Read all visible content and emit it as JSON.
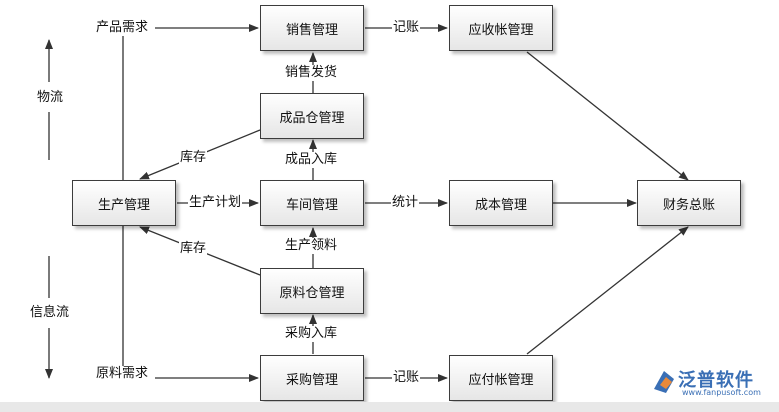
{
  "boxes": {
    "sales": "销售管理",
    "receivable": "应收帐管理",
    "finished_goods": "成品仓管理",
    "production": "生产管理",
    "workshop": "车间管理",
    "cost": "成本管理",
    "general_ledger": "财务总账",
    "raw_material": "原料仓管理",
    "purchasing": "采购管理",
    "payable": "应付帐管理"
  },
  "labels": {
    "product_demand": "产品需求",
    "bookkeeping_top": "记账",
    "sales_shipment": "销售发货",
    "inventory_top": "库存",
    "finished_inbound": "成品入库",
    "production_plan": "生产计划",
    "statistics": "统计",
    "inventory_bottom": "库存",
    "production_picking": "生产领料",
    "purchase_inbound": "采购入库",
    "material_demand": "原料需求",
    "bookkeeping_bottom": "记账",
    "logistics": "物流",
    "info_flow": "信息流"
  },
  "logo": {
    "name": "泛普软件",
    "url": "www.fanpusoft.com"
  }
}
